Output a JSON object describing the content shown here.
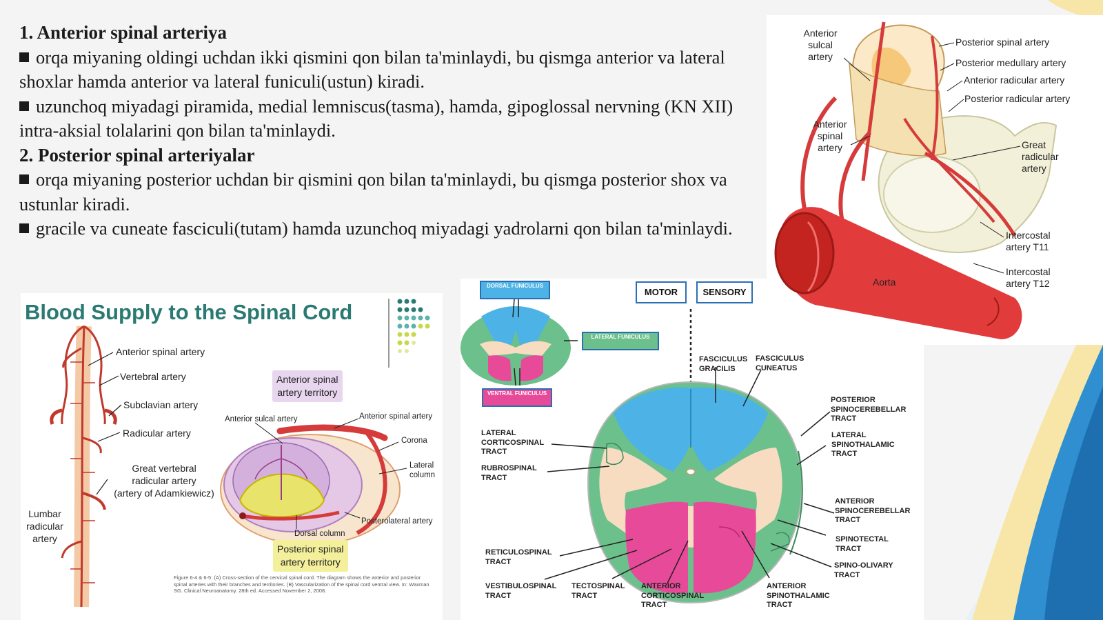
{
  "slide": {
    "heading1": "1. Anterior spinal arteriya",
    "p1": "orqa miyaning oldingi uchdan ikki qismini qon bilan ta'minlaydi, bu qismga anterior va lateral shoxlar hamda anterior va lateral funiculi(ustun) kiradi.",
    "p2": "uzunchoq miyadagi piramida, medial lemniscus(tasma), hamda, gipoglossal nervning (KN XII) intra-aksial tolalarini qon bilan ta'minlaydi.",
    "heading2": "2. Posterior spinal arteriyalar",
    "p3": "orqa miyaning posterior uchdan bir qismini qon bilan ta'minlaydi, bu qismga posterior shox va ustunlar kiradi.",
    "p4": "gracile va cuneate fasciculi(tutam) hamda uzunchoq miyadagi yadrolarni qon bilan ta'minlaydi."
  },
  "figure_left": {
    "title": "Blood Supply to the Spinal Cord",
    "labels": {
      "anterior_spinal": "Anterior spinal artery",
      "vertebral": "Vertebral artery",
      "subclavian": "Subclavian artery",
      "radicular": "Radicular artery",
      "great_vertebral_1": "Great vertebral",
      "great_vertebral_2": "radicular artery",
      "great_vertebral_3": "(artery of Adamkiewicz)",
      "lumbar_1": "Lumbar",
      "lumbar_2": "radicular",
      "lumbar_3": "artery",
      "ant_territory_1": "Anterior spinal",
      "ant_territory_2": "artery territory",
      "post_territory_1": "Posterior spinal",
      "post_territory_2": "artery territory",
      "ant_sulcal": "Anterior sulcal artery",
      "ant_spinal_small": "Anterior spinal artery",
      "corona": "Corona",
      "lateral_1": "Lateral",
      "lateral_2": "column",
      "posterolateral": "Posterolateral artery",
      "dorsal_column": "Dorsal column"
    },
    "caption": "Figure 6-4 & 6-5: (A) Cross-section of the cervical spinal cord. The diagram shows the anterior and posterior spinal arteries with their branches and territories. (B) Vascularization of the spinal cord ventral view. In: Waxman SG. Clinical Neuroanatomy. 28th ed. Accessed November 2, 2008."
  },
  "figure_mid": {
    "motor": "MOTOR",
    "sensory": "SENSORY",
    "mini_dorsal": "DORSAL FUNICULUS",
    "mini_lateral": "LATERAL FUNICULUS",
    "mini_ventral": "VENTRAL FUNICULUS",
    "fasciculus_gracilis_1": "FASCICULUS",
    "fasciculus_gracilis_2": "GRACILIS",
    "fasciculus_cuneatus_1": "FASCICULUS",
    "fasciculus_cuneatus_2": "CUNEATUS",
    "lat_cortico_1": "LATERAL",
    "lat_cortico_2": "CORTICOSPINAL",
    "lat_cortico_3": "TRACT",
    "rubro_1": "RUBROSPINAL",
    "rubro_2": "TRACT",
    "reticulo_1": "RETICULOSPINAL",
    "reticulo_2": "TRACT",
    "vestibulo_1": "VESTIBULOSPINAL",
    "vestibulo_2": "TRACT",
    "tecto_1": "TECTOSPINAL",
    "tecto_2": "TRACT",
    "ant_cortico_1": "ANTERIOR",
    "ant_cortico_2": "CORTICOSPINAL",
    "ant_cortico_3": "TRACT",
    "ant_spinothal_1": "ANTERIOR",
    "ant_spinothal_2": "SPINOTHALAMIC",
    "ant_spinothal_3": "TRACT",
    "post_spinocereb_1": "POSTERIOR",
    "post_spinocereb_2": "SPINOCEREBELLAR",
    "post_spinocereb_3": "TRACT",
    "lat_spinothal_1": "LATERAL",
    "lat_spinothal_2": "SPINOTHALAMIC",
    "lat_spinothal_3": "TRACT",
    "ant_spinocereb_1": "ANTERIOR",
    "ant_spinocereb_2": "SPINOCEREBELLAR",
    "ant_spinocereb_3": "TRACT",
    "spinotectal_1": "SPINOTECTAL",
    "spinotectal_2": "TRACT",
    "spino_olivary_1": "SPINO-OLIVARY",
    "spino_olivary_2": "TRACT"
  },
  "figure_right": {
    "ant_sulcal_1": "Anterior",
    "ant_sulcal_2": "sulcal",
    "ant_sulcal_3": "artery",
    "ant_spinal_1": "Anterior",
    "ant_spinal_2": "spinal",
    "ant_spinal_3": "artery",
    "post_spinal": "Posterior spinal artery",
    "post_medullary": "Posterior medullary artery",
    "ant_radicular": "Anterior radicular artery",
    "post_radicular": "Posterior radicular artery",
    "great_rad_1": "Great",
    "great_rad_2": "radicular",
    "great_rad_3": "artery",
    "intercostal11_1": "Intercostal",
    "intercostal11_2": "artery T11",
    "intercostal12_1": "Intercostal",
    "intercostal12_2": "artery T12",
    "aorta": "Aorta"
  }
}
